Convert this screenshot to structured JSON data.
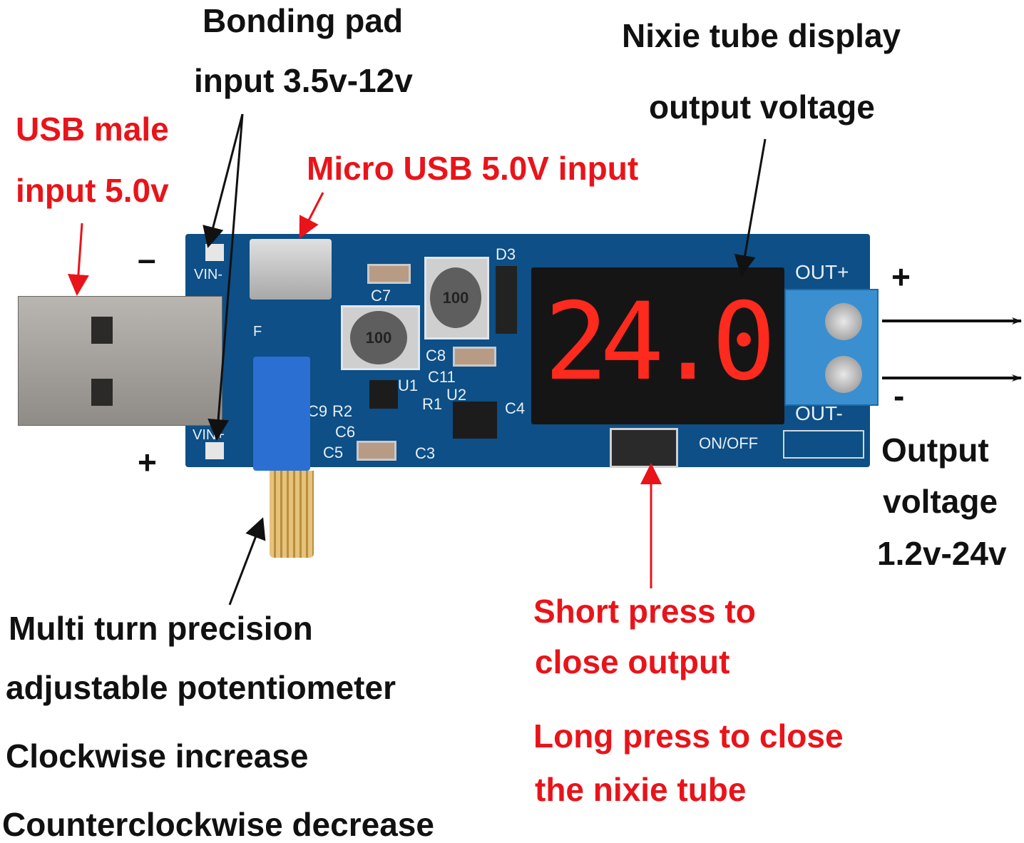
{
  "labels": {
    "bonding_pad_title": "Bonding pad",
    "bonding_pad_range": "input 3.5v-12v",
    "usb_male_title": "USB male",
    "usb_male_input": "input 5.0v",
    "micro_usb": "Micro USB 5.0V input",
    "nixie_title": "Nixie tube display",
    "nixie_sub": "output voltage",
    "out_plus_sign": "+",
    "out_minus_sign": "-",
    "in_minus_sign": "–",
    "in_plus_sign": "+",
    "output_line1": "Output",
    "output_line2": "voltage",
    "output_line3": "1.2v-24v",
    "pot_line1": "Multi turn precision",
    "pot_line2": "adjustable potentiometer",
    "pot_line3": "Clockwise increase",
    "pot_line4": "Counterclockwise decrease",
    "btn_line1": "Short press to",
    "btn_line2": "close output",
    "btn_line3": "Long press to close",
    "btn_line4": "the nixie tube"
  },
  "board": {
    "display_value": "24.0",
    "silkscreen": {
      "vin_minus": "VIN-",
      "vin_plus": "VIN+",
      "d3": "D3",
      "c7": "C7",
      "f": "F",
      "c8": "C8",
      "c11": "C11",
      "u1": "U1",
      "u2": "U2",
      "r1": "R1",
      "r2": "R2",
      "c9": "C9",
      "c6": "C6",
      "c5": "C5",
      "c3": "C3",
      "c4": "C4",
      "out_plus": "OUT+",
      "out_minus": "OUT-",
      "on_off": "ON/OFF"
    },
    "inductor_marking": "100",
    "colors": {
      "pcb": "#0d4f86",
      "display_digits": "#ff2a1e",
      "annotation_red": "#e8141a",
      "terminal": "#3a8fd0",
      "pot": "#2b6fd3"
    }
  }
}
